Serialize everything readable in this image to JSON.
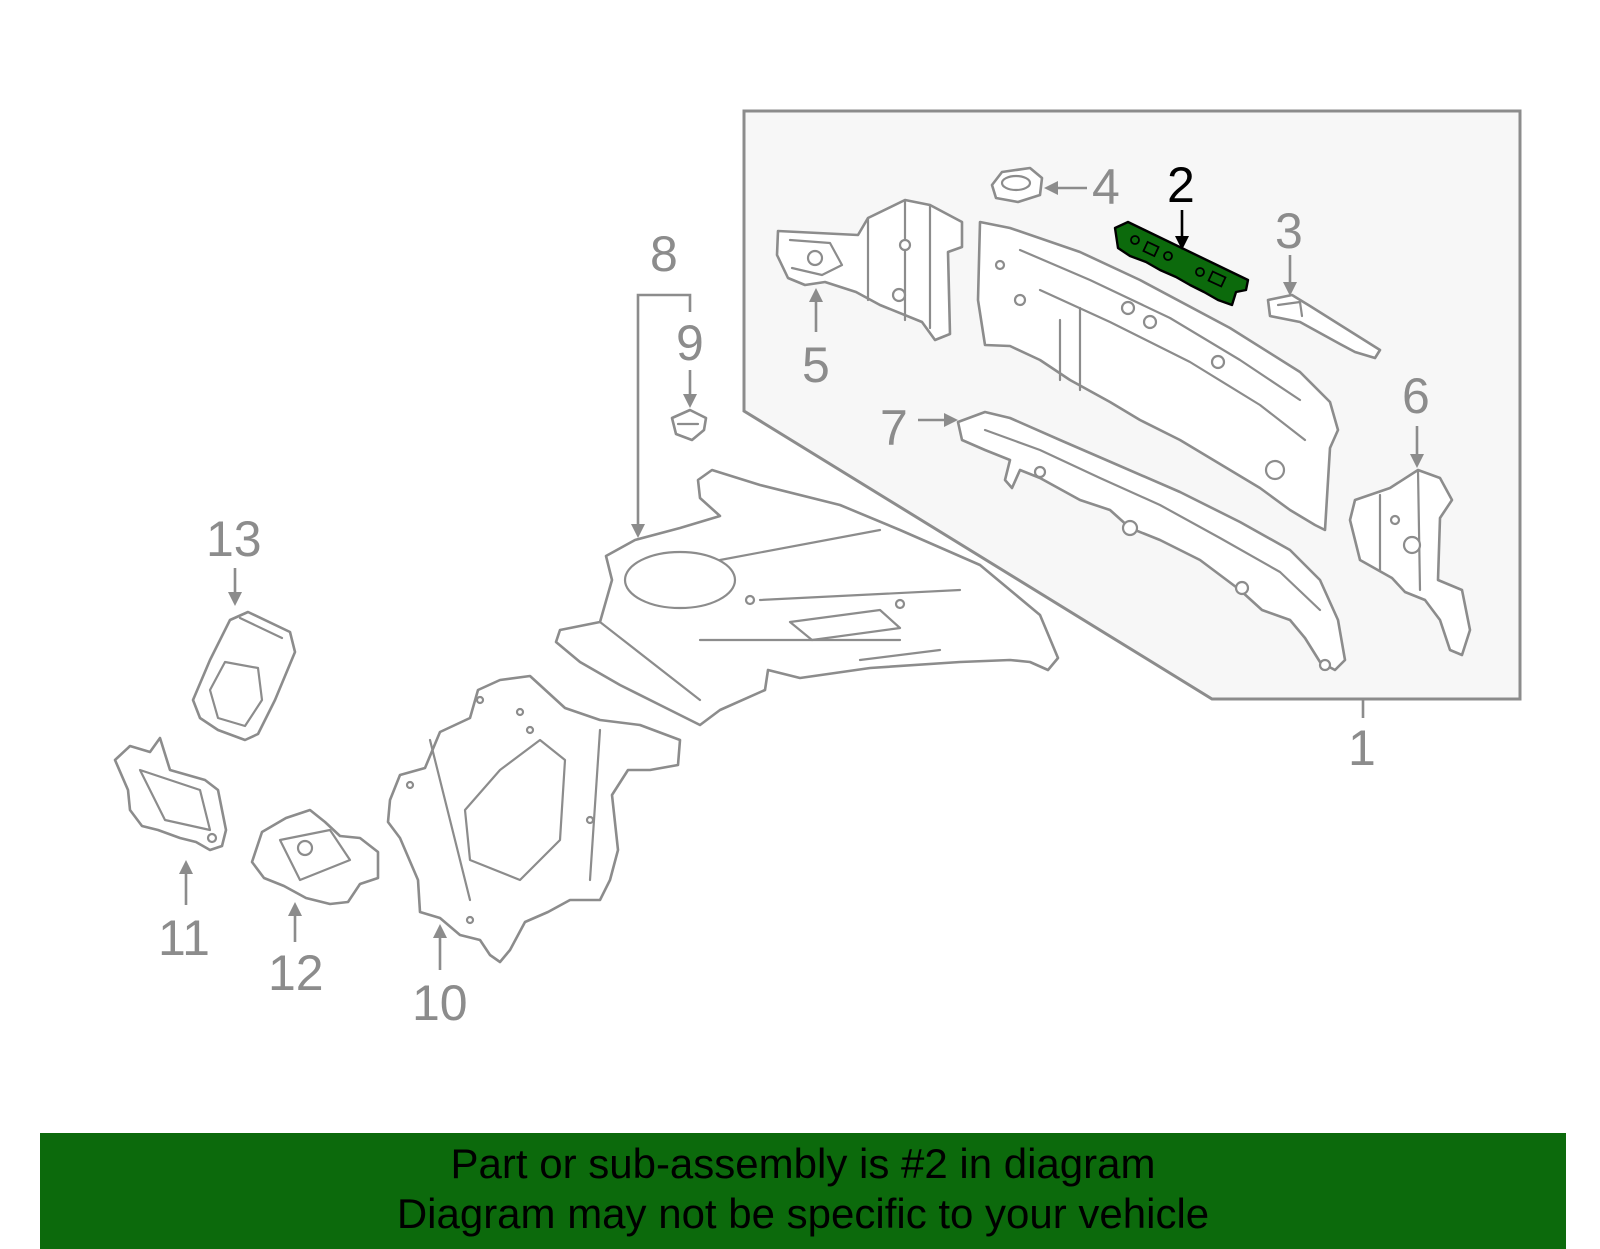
{
  "diagram": {
    "callouts": [
      {
        "id": "1",
        "label": "1"
      },
      {
        "id": "2",
        "label": "2",
        "highlighted": true
      },
      {
        "id": "3",
        "label": "3"
      },
      {
        "id": "4",
        "label": "4"
      },
      {
        "id": "5",
        "label": "5"
      },
      {
        "id": "6",
        "label": "6"
      },
      {
        "id": "7",
        "label": "7"
      },
      {
        "id": "8",
        "label": "8"
      },
      {
        "id": "9",
        "label": "9"
      },
      {
        "id": "10",
        "label": "10"
      },
      {
        "id": "11",
        "label": "11"
      },
      {
        "id": "12",
        "label": "12"
      },
      {
        "id": "13",
        "label": "13"
      }
    ],
    "line_color": "#8c8c8c",
    "highlight_color": "#0c6a0c",
    "inset_fill": "#f7f7f7"
  },
  "banner": {
    "line1": "Part or sub-assembly is #2 in diagram",
    "line2": "Diagram may not be specific to your vehicle",
    "background": "#0c6a0c"
  }
}
